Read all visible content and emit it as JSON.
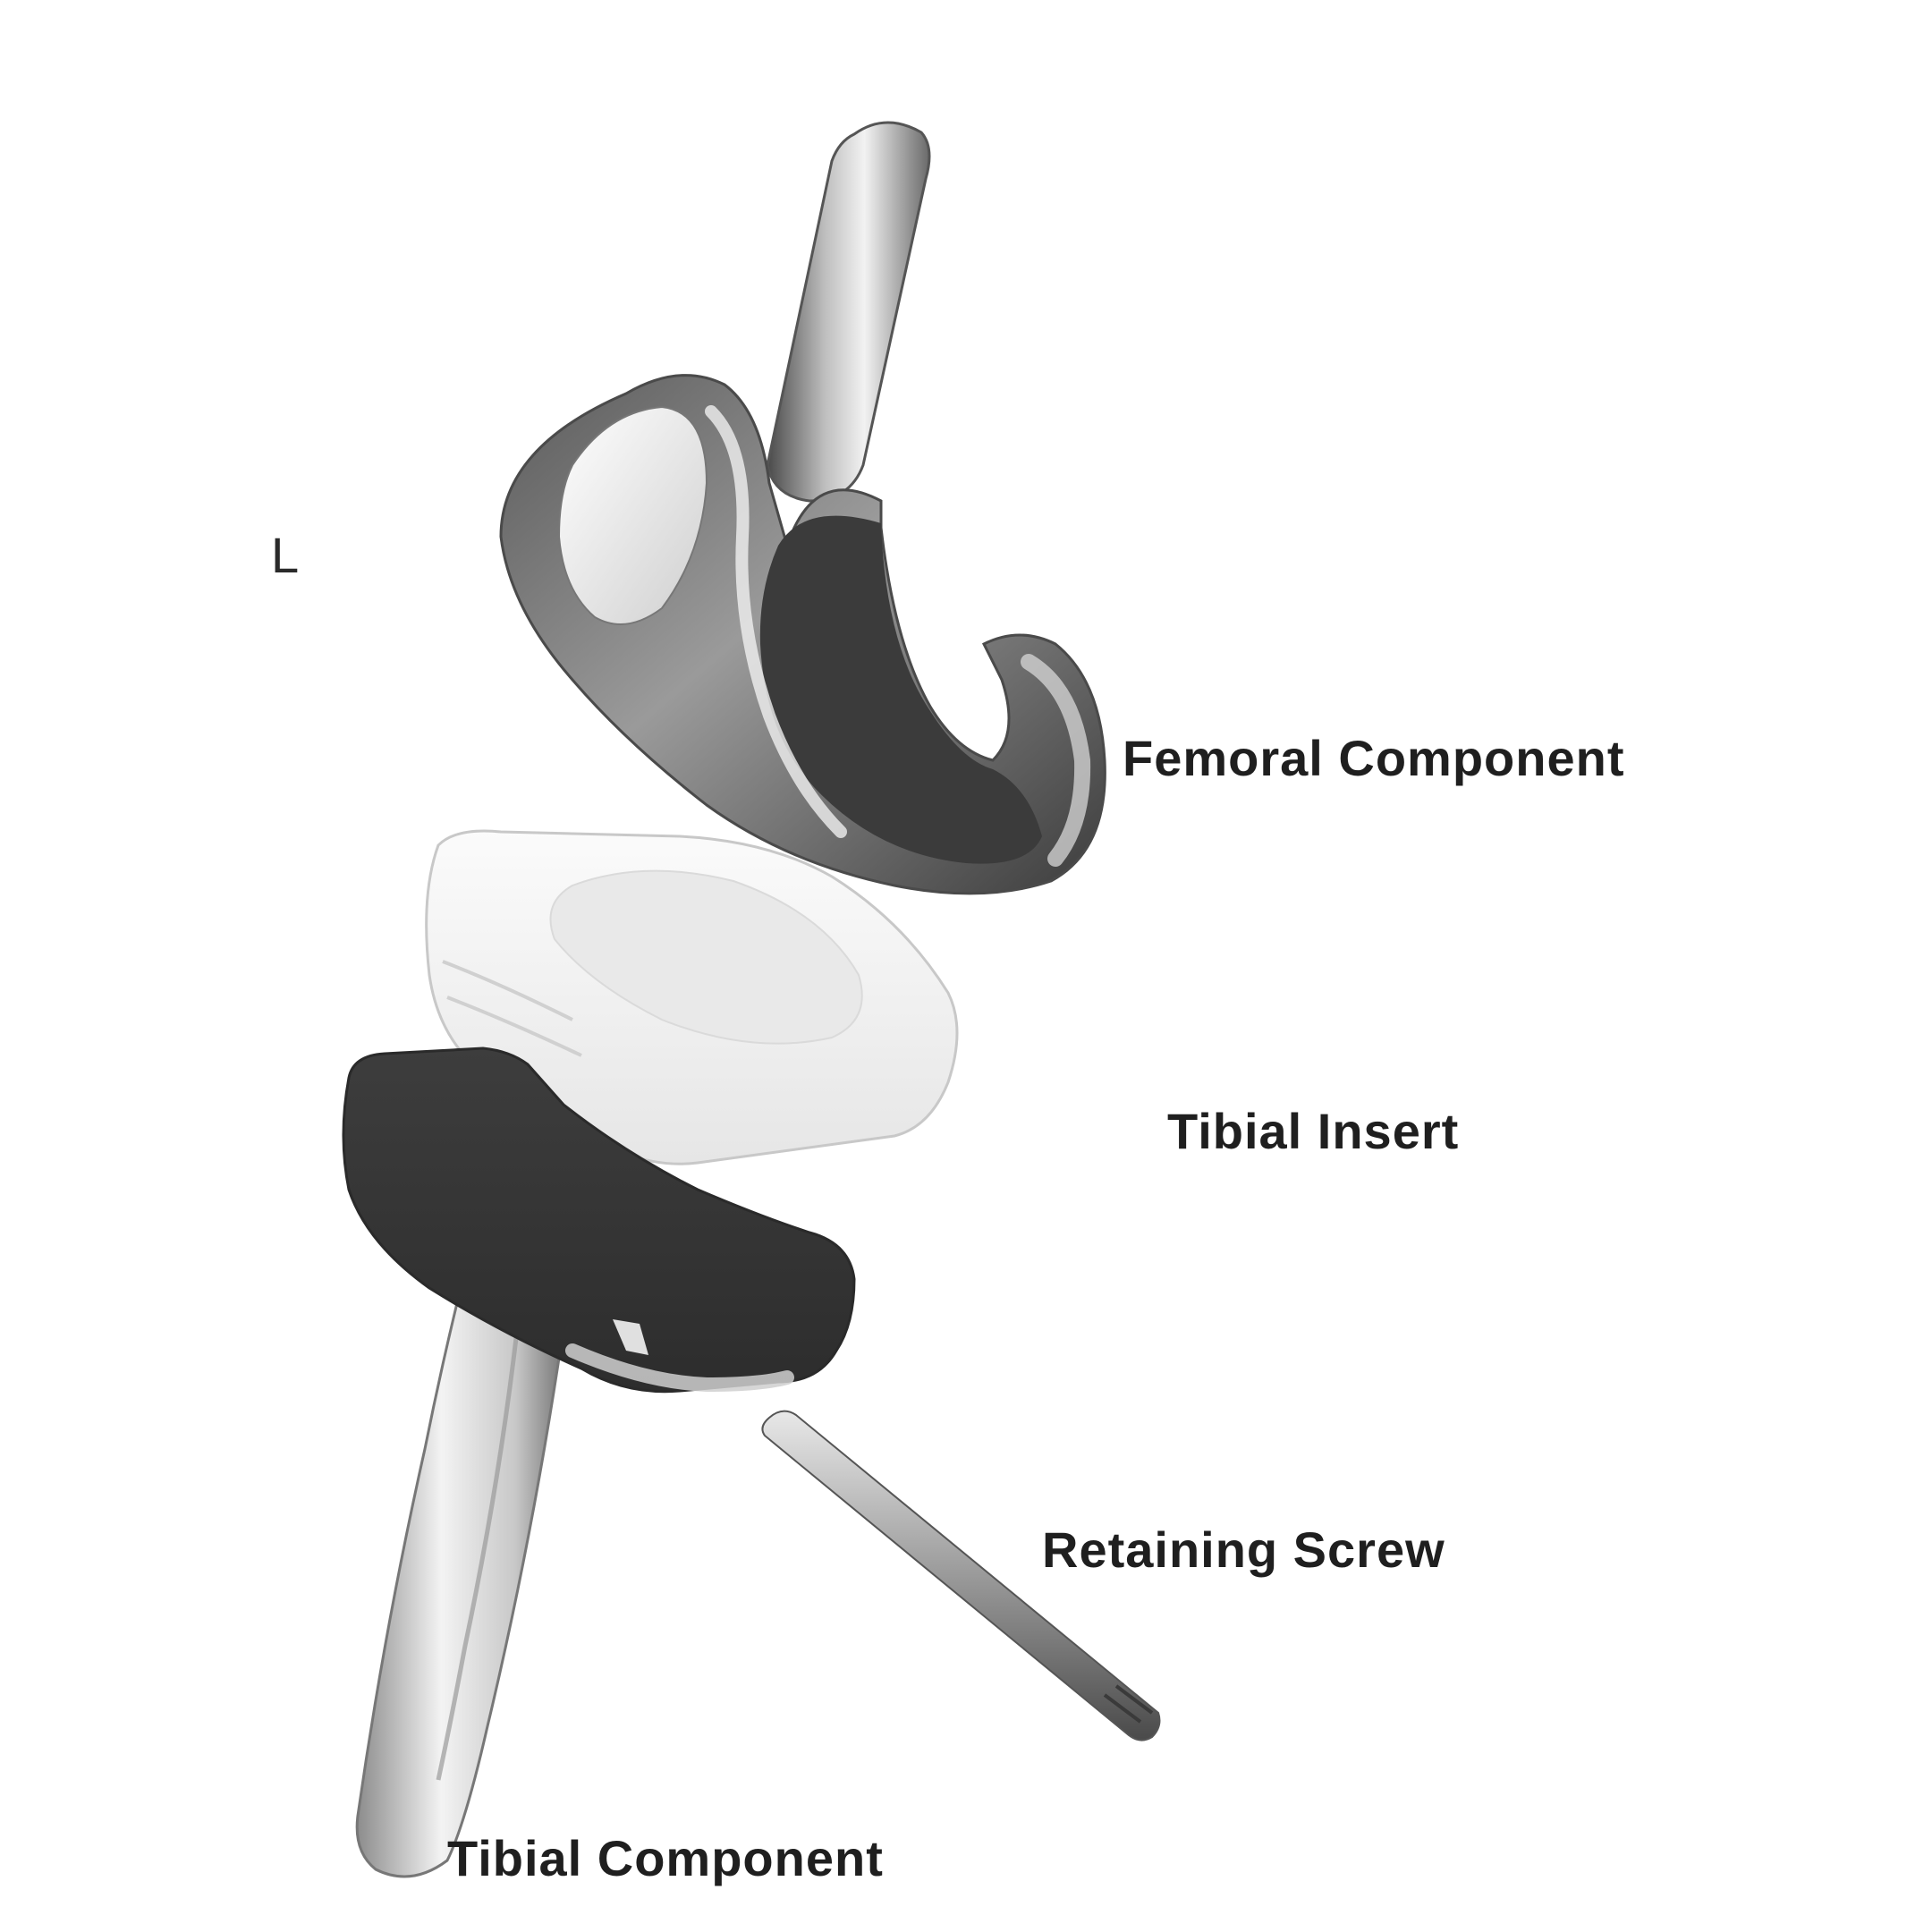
{
  "labels": {
    "femoral_component": "Femoral Component",
    "tibial_insert": "Tibial Insert",
    "retaining_screw": "Retaining Screw",
    "tibial_component": "Tibial Component",
    "side_marker": "L"
  },
  "colors": {
    "background": "#ffffff",
    "metal_dark": "#3a3a3a",
    "metal_mid": "#8a8a8a",
    "metal_light": "#e2e2e2",
    "polyethylene": "#f4f4f4",
    "text": "#1f1f1f"
  }
}
